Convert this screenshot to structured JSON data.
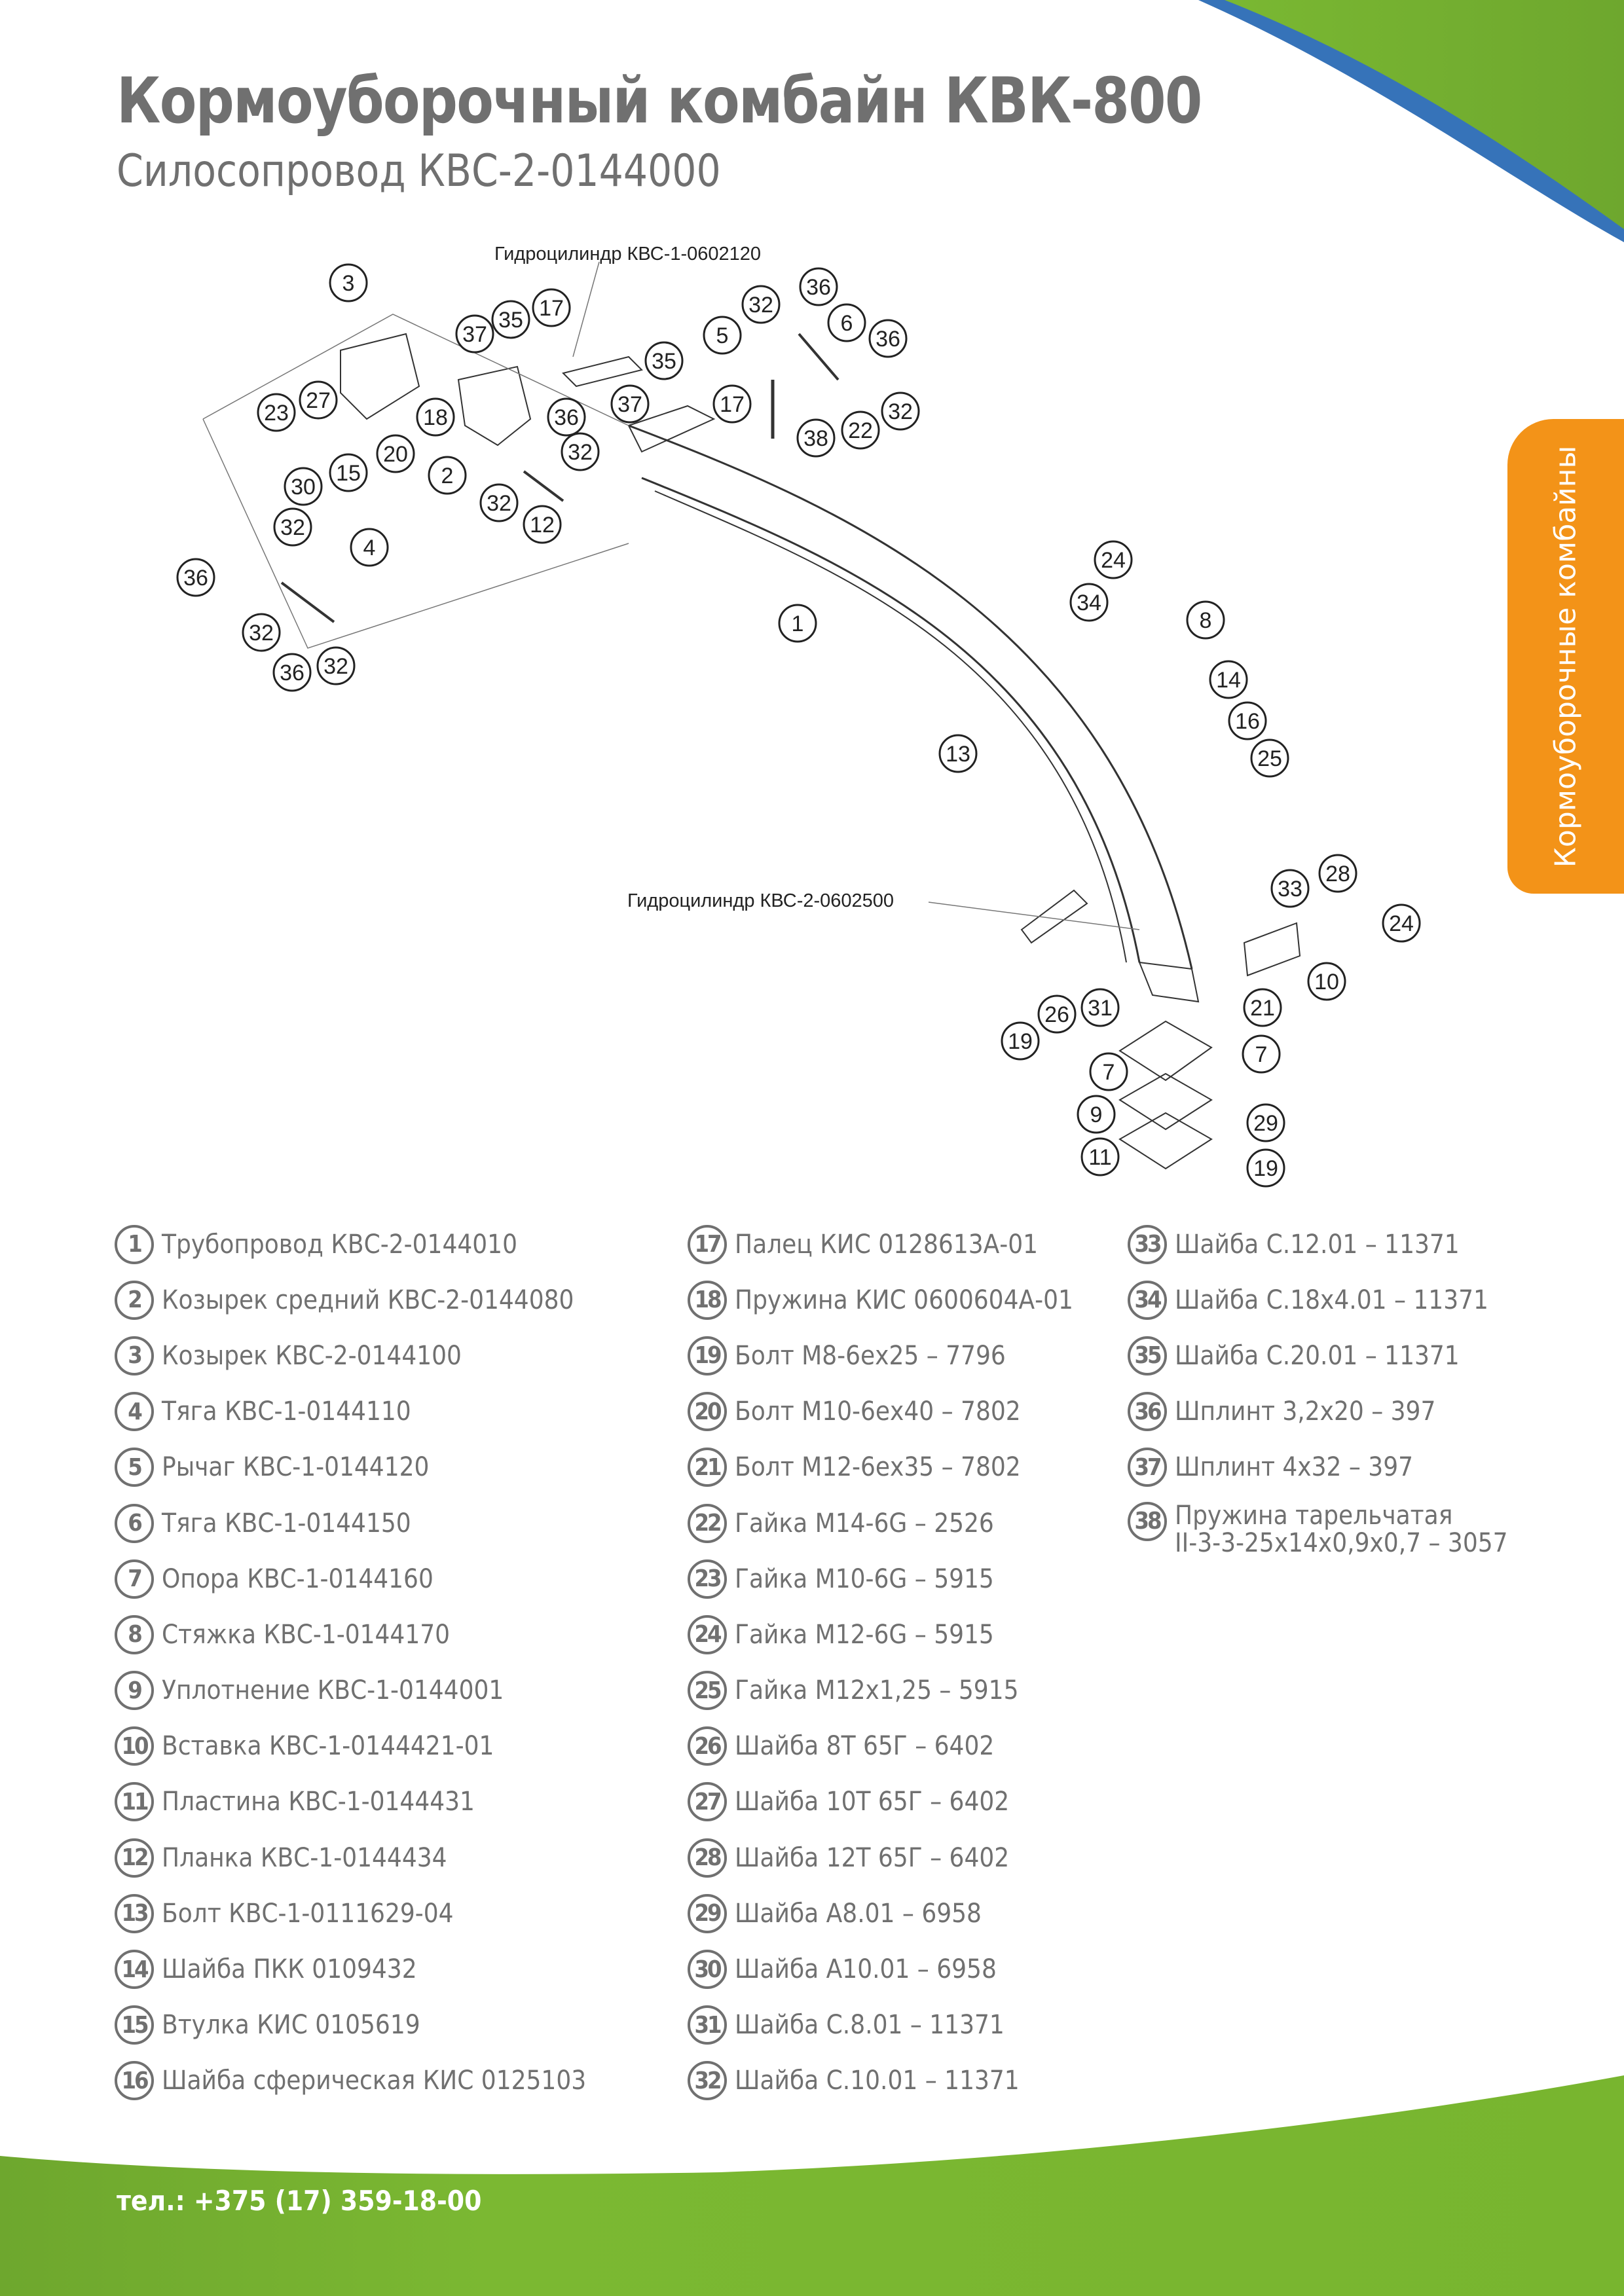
{
  "header": {
    "title": "Кормоуборочный комбайн КВК-800",
    "subtitle": "Силосопровод КВС-2-0144000"
  },
  "side_tab": {
    "label": "Кормоуборочные комбайны"
  },
  "colors": {
    "brand_green": "#78b52f",
    "brand_blue": "#3673b9",
    "tab_orange": "#f39318",
    "text_gray": "#707070"
  },
  "diagram": {
    "callouts": {
      "hydro_top": "Гидроцилиндр КВС-1-0602120",
      "hydro_bottom": "Гидроцилиндр КВС-2-0602500"
    },
    "balloons": [
      "3",
      "37",
      "35",
      "17",
      "32",
      "36",
      "6",
      "5",
      "36",
      "23",
      "27",
      "18",
      "35",
      "17",
      "37",
      "36",
      "32",
      "38",
      "22",
      "32",
      "30",
      "15",
      "20",
      "2",
      "32",
      "12",
      "32",
      "4",
      "36",
      "32",
      "36",
      "32",
      "1",
      "24",
      "34",
      "8",
      "14",
      "16",
      "13",
      "25",
      "33",
      "28",
      "24",
      "10",
      "21",
      "19",
      "26",
      "31",
      "7",
      "7",
      "9",
      "29",
      "11",
      "19"
    ]
  },
  "parts": {
    "col1": [
      {
        "num": "1",
        "name": "Трубопровод КВС-2-0144010"
      },
      {
        "num": "2",
        "name": "Козырек средний КВС-2-0144080"
      },
      {
        "num": "3",
        "name": "Козырек КВС-2-0144100"
      },
      {
        "num": "4",
        "name": "Тяга КВС-1-0144110"
      },
      {
        "num": "5",
        "name": "Рычаг КВС-1-0144120"
      },
      {
        "num": "6",
        "name": "Тяга КВС-1-0144150"
      },
      {
        "num": "7",
        "name": "Опора КВС-1-0144160"
      },
      {
        "num": "8",
        "name": "Стяжка КВС-1-0144170"
      },
      {
        "num": "9",
        "name": "Уплотнение КВС-1-0144001"
      },
      {
        "num": "10",
        "name": "Вставка КВС-1-0144421-01"
      },
      {
        "num": "11",
        "name": "Пластина КВС-1-0144431"
      },
      {
        "num": "12",
        "name": "Планка КВС-1-0144434"
      },
      {
        "num": "13",
        "name": "Болт КВС-1-0111629-04"
      },
      {
        "num": "14",
        "name": "Шайба ПКК 0109432"
      },
      {
        "num": "15",
        "name": "Втулка КИС 0105619"
      },
      {
        "num": "16",
        "name": "Шайба сферическая КИС 0125103"
      }
    ],
    "col2": [
      {
        "num": "17",
        "name": "Палец КИС 0128613А-01"
      },
      {
        "num": "18",
        "name": "Пружина КИС 0600604А-01"
      },
      {
        "num": "19",
        "name": "Болт М8-6ех25 – 7796"
      },
      {
        "num": "20",
        "name": "Болт М10-6ех40 – 7802"
      },
      {
        "num": "21",
        "name": "Болт М12-6ех35 – 7802"
      },
      {
        "num": "22",
        "name": "Гайка М14-6G – 2526"
      },
      {
        "num": "23",
        "name": "Гайка М10-6G – 5915"
      },
      {
        "num": "24",
        "name": "Гайка М12-6G – 5915"
      },
      {
        "num": "25",
        "name": "Гайка М12х1,25 – 5915"
      },
      {
        "num": "26",
        "name": "Шайба 8Т 65Г – 6402"
      },
      {
        "num": "27",
        "name": "Шайба 10Т 65Г – 6402"
      },
      {
        "num": "28",
        "name": "Шайба 12Т 65Г – 6402"
      },
      {
        "num": "29",
        "name": "Шайба А8.01 – 6958"
      },
      {
        "num": "30",
        "name": "Шайба А10.01 – 6958"
      },
      {
        "num": "31",
        "name": "Шайба С.8.01 – 11371"
      },
      {
        "num": "32",
        "name": "Шайба С.10.01 – 11371"
      }
    ],
    "col3": [
      {
        "num": "33",
        "name": "Шайба С.12.01 – 11371"
      },
      {
        "num": "34",
        "name": "Шайба С.18х4.01 – 11371"
      },
      {
        "num": "35",
        "name": "Шайба С.20.01 – 11371"
      },
      {
        "num": "36",
        "name": "Шплинт 3,2х20 – 397"
      },
      {
        "num": "37",
        "name": "Шплинт 4х32 – 397"
      },
      {
        "num": "38",
        "name": "Пружина тарельчатая",
        "name2": "II-3-3-25х14х0,9х0,7 – 3057"
      }
    ]
  },
  "footer": {
    "phone": "тел.: +375 (17) 359-18-00"
  }
}
